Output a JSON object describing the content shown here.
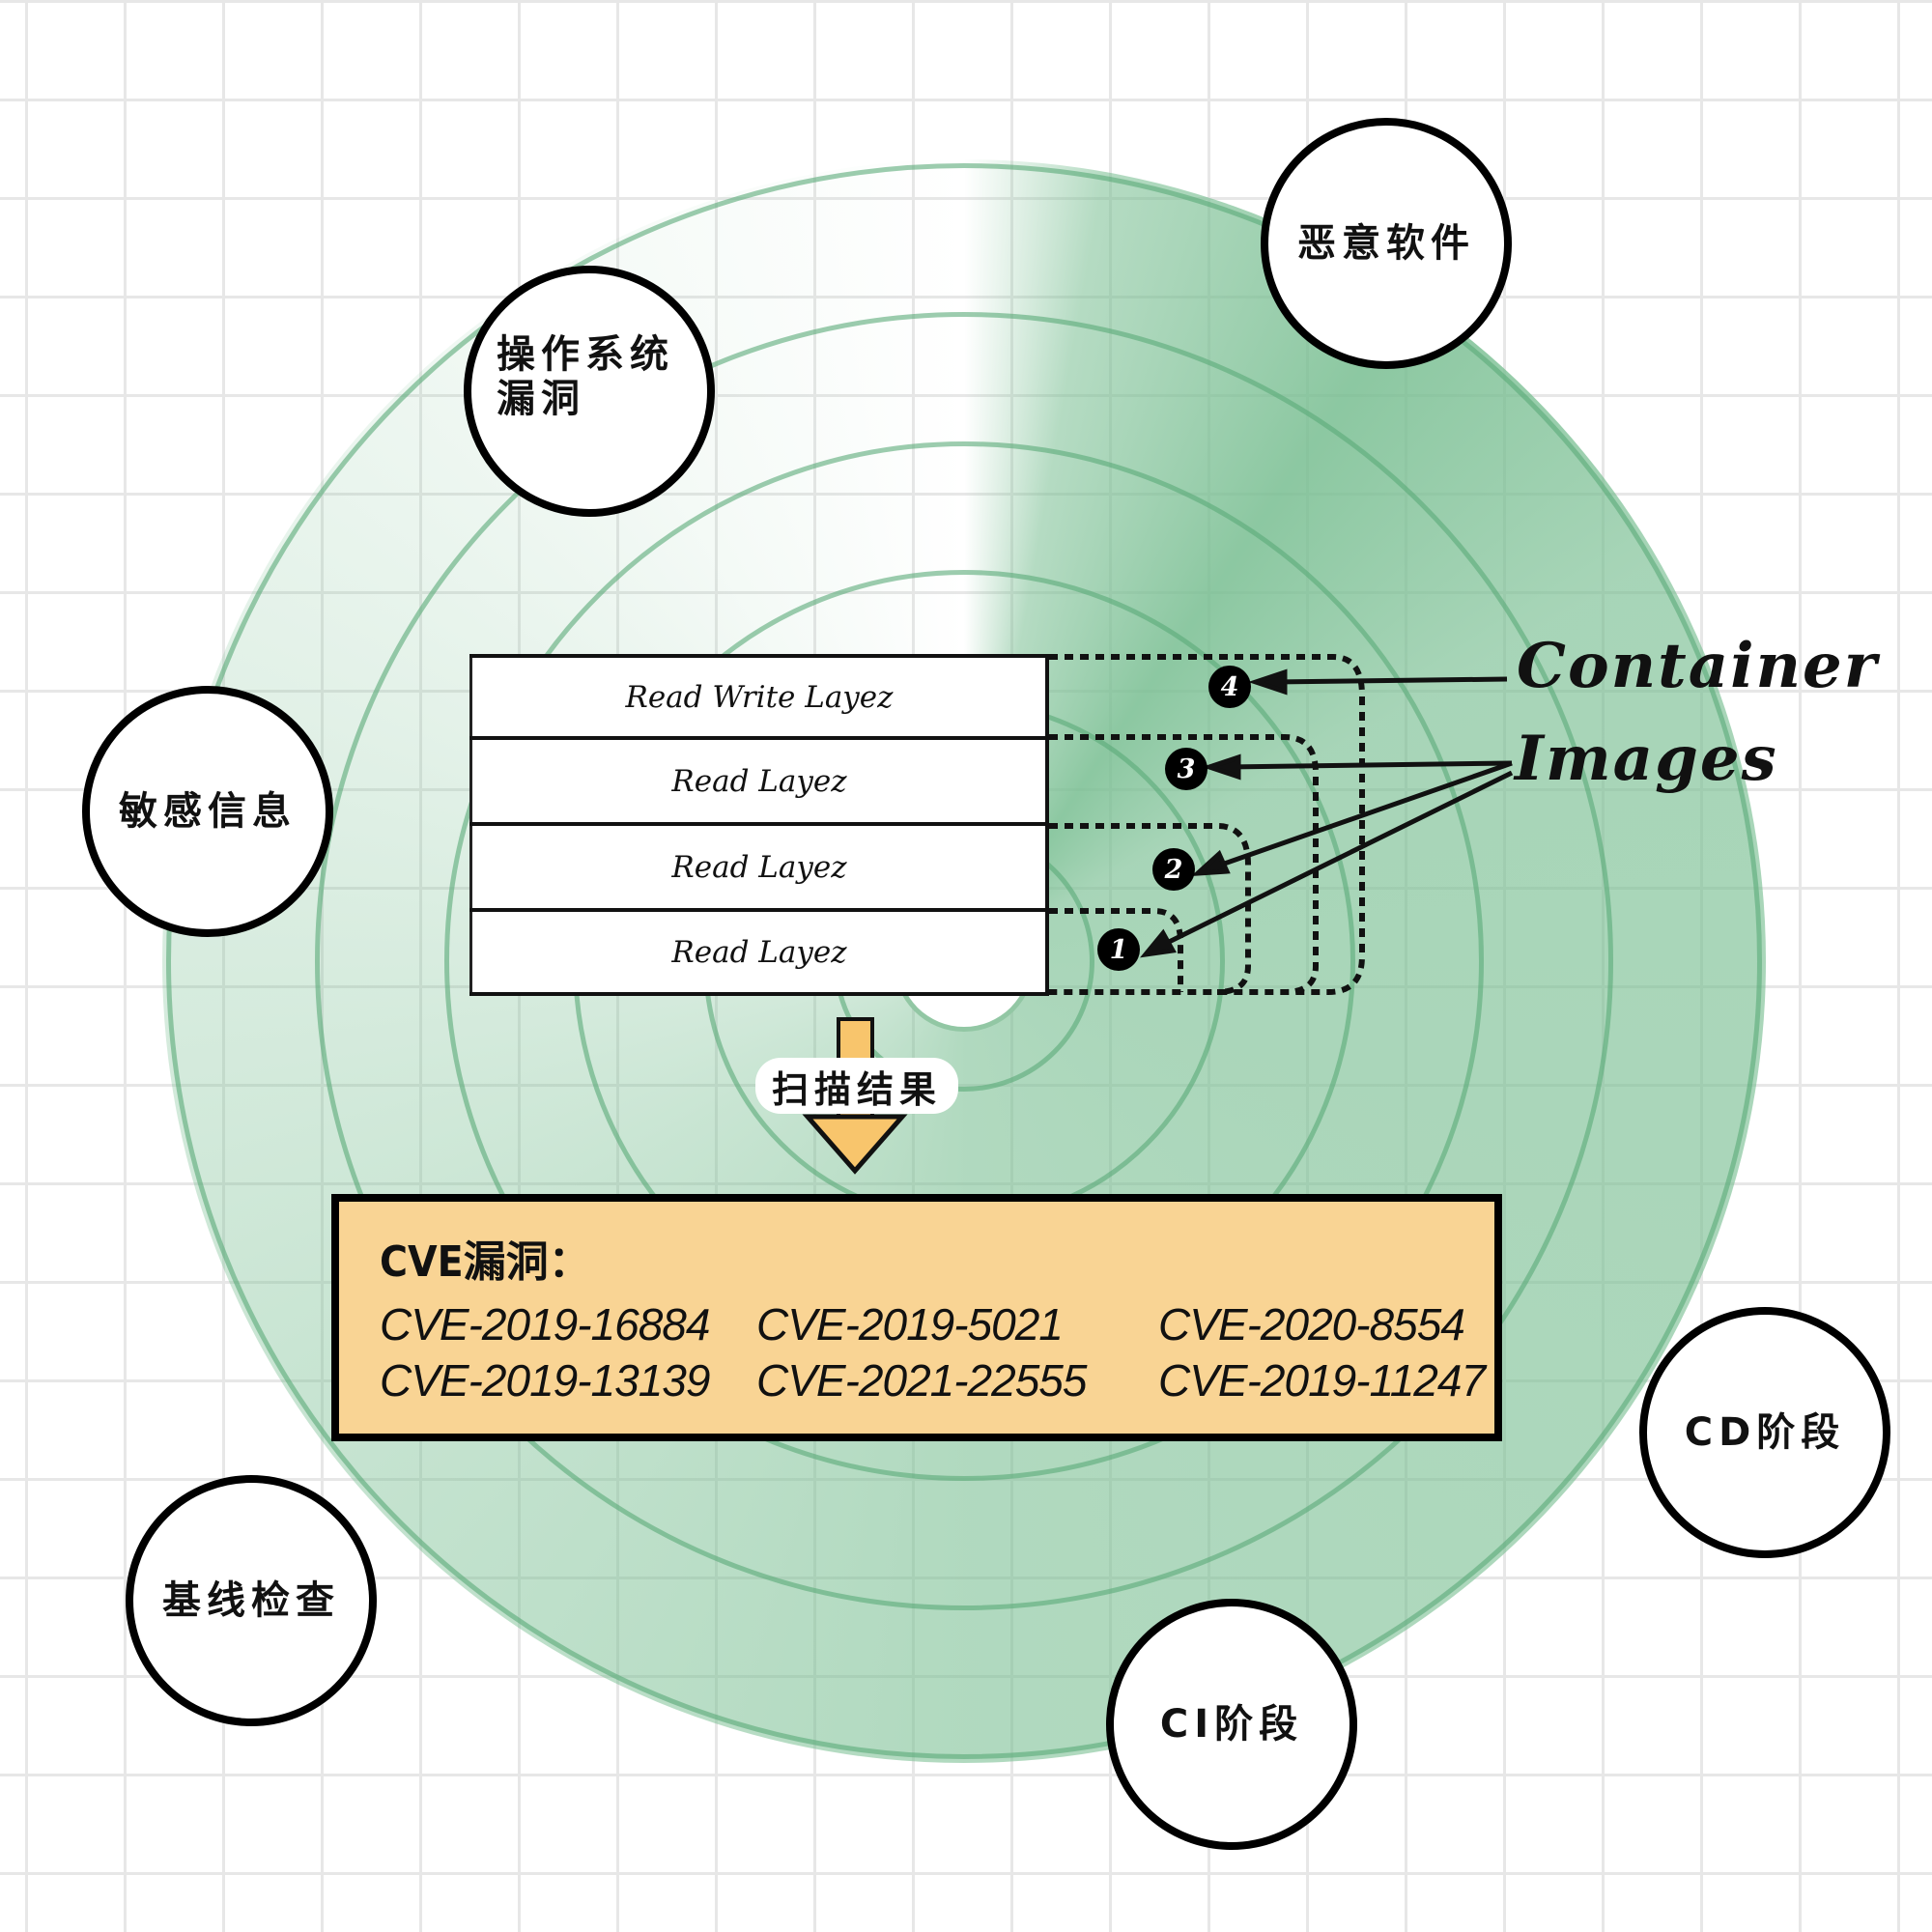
{
  "diagram": {
    "title": "Container image scanning",
    "layers": [
      {
        "label": "Read Write Layez",
        "badge": "4"
      },
      {
        "label": "Read Layez",
        "badge": "3"
      },
      {
        "label": "Read Layez",
        "badge": "2"
      },
      {
        "label": "Read Layez",
        "badge": "1"
      }
    ],
    "labels": {
      "container": "Container",
      "images": "Images"
    },
    "scan_arrow_label": "扫描结果",
    "cve_panel": {
      "title": "CVE漏洞：",
      "items": [
        "CVE-2019-16884",
        "CVE-2019-5021",
        "CVE-2020-8554",
        "CVE-2019-13139",
        "CVE-2021-22555",
        "CVE-2019-11247"
      ]
    },
    "topics": [
      {
        "id": "os-vuln",
        "lines": [
          "操作系统",
          "漏洞"
        ]
      },
      {
        "id": "malware",
        "lines": [
          "恶意软件"
        ]
      },
      {
        "id": "sensitive-info",
        "lines": [
          "敏感信息"
        ]
      },
      {
        "id": "baseline-check",
        "lines": [
          "基线检查"
        ]
      },
      {
        "id": "ci-stage",
        "lines": [
          "CI阶段"
        ]
      },
      {
        "id": "cd-stage",
        "lines": [
          "CD阶段"
        ]
      }
    ],
    "colors": {
      "disk_green": "#78be91",
      "ring_green": "#5aaa78",
      "cve_panel": "#f9d494",
      "arrow_fill": "#f8c56c",
      "grid": "#e7e7e7"
    }
  }
}
